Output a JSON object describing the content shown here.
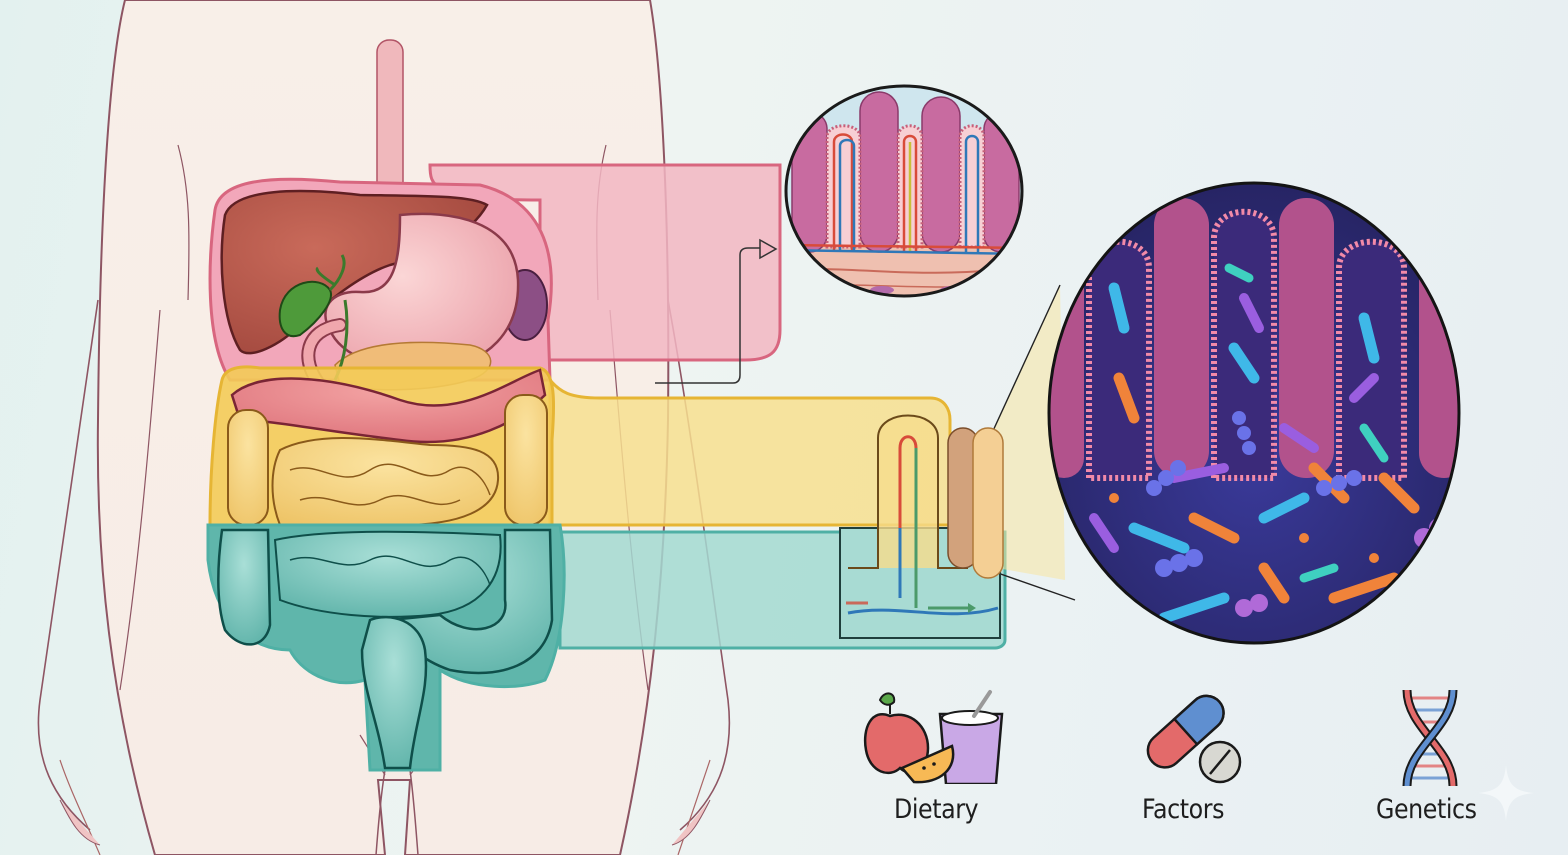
{
  "figure": {
    "subject": "Human gastrointestinal tract and gut microbiome",
    "regions": [
      {
        "name": "upper-gi",
        "color": "#f2b8c4",
        "border": "#d8667f"
      },
      {
        "name": "small-intestine",
        "color": "#f6dc8c",
        "border": "#e7b73a"
      },
      {
        "name": "lower-gi",
        "color": "#9fd7cf",
        "border": "#4fb0a5"
      }
    ],
    "organs": [
      "esophagus",
      "liver",
      "gallbladder",
      "stomach",
      "spleen",
      "pancreas",
      "transverse-colon",
      "small-intestine",
      "large-intestine",
      "rectum"
    ],
    "callouts": [
      {
        "name": "villi-cross-section",
        "shape": "circle"
      },
      {
        "name": "single-villus-detail",
        "shape": "rectangle"
      },
      {
        "name": "gut-microbiome",
        "shape": "circle"
      }
    ]
  },
  "factors": [
    {
      "id": "dietary",
      "label": "Dietary",
      "icon": "food-icon"
    },
    {
      "id": "factors",
      "label": "Factors",
      "icon": "medication-icon"
    },
    {
      "id": "genetics",
      "label": "Genetics",
      "icon": "dna-icon"
    }
  ],
  "colors": {
    "body_fill": "#f8eee8",
    "body_line": "#8a4a5a",
    "microbiome_bg": "#2c2560",
    "villi_pink": "#c25d8e"
  }
}
